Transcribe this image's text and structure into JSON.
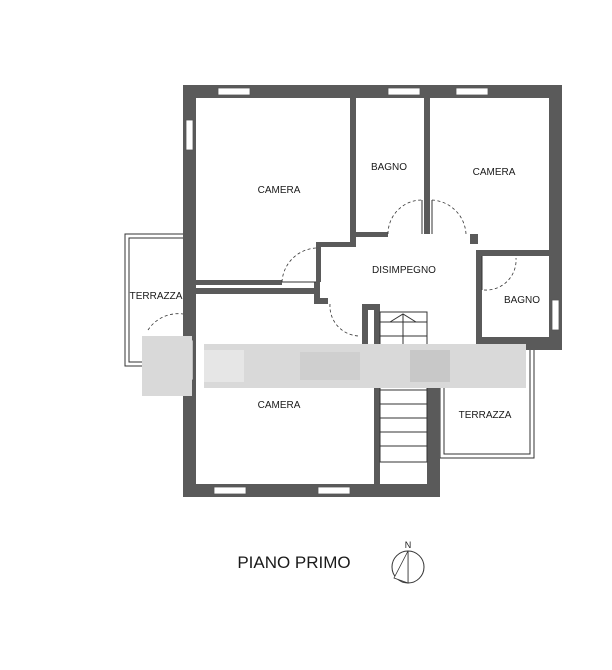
{
  "plan": {
    "rooms": {
      "camera_nw": "CAMERA",
      "bagno_n": "BAGNO",
      "camera_ne": "CAMERA",
      "disimpegno": "DISIMPEGNO",
      "bagno_e": "BAGNO",
      "terrazza_w": "TERRAZZA",
      "camera_sw": "CAMERA",
      "terrazza_se": "TERRAZZA"
    },
    "title": "PIANO PRIMO",
    "compass": {
      "label": "N"
    }
  },
  "colors": {
    "wall": "#5a5a5a",
    "line": "#333333",
    "redaction": "#d9d9d9"
  }
}
